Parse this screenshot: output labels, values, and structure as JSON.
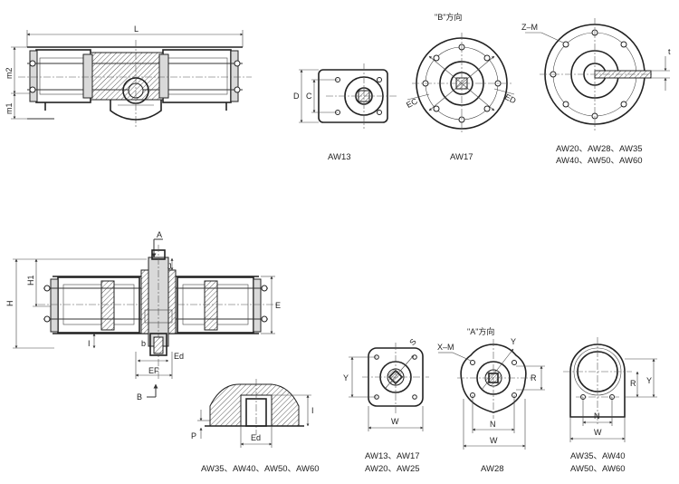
{
  "top_side_view": {
    "dims": {
      "L": "L",
      "m2": "m2",
      "m1": "m1"
    }
  },
  "aw13_flange": {
    "dims": {
      "D": "D",
      "C": "C"
    },
    "caption": "AW13"
  },
  "aw17_flange": {
    "view_label": "\"B\"方向",
    "dims": {
      "EC": "EC",
      "ED": "ED"
    },
    "caption": "AW17"
  },
  "aw20_flange": {
    "dims": {
      "ZM": "Z–M",
      "t": "t"
    },
    "caption_line1": "AW20、AW28、AW35",
    "caption_line2": "AW40、AW50、AW60"
  },
  "bottom_side_view": {
    "dims": {
      "A": "A",
      "J": "J",
      "H": "H",
      "H1": "H1",
      "E": "E",
      "I": "I",
      "b": "b",
      "Ed": "Ed",
      "EF": "EF",
      "B": "B"
    }
  },
  "shaft_section": {
    "dims": {
      "I": "I",
      "P": "P",
      "Ed": "Ed"
    },
    "caption": "AW35、AW40、AW50、AW60"
  },
  "a_flange_small": {
    "dims": {
      "S": "S",
      "Y": "Y",
      "W": "W"
    },
    "caption_line1": "AW13、AW17",
    "caption_line2": "AW20、AW25"
  },
  "a_flange_aw28": {
    "view_label": "\"A\"方向",
    "dims": {
      "XM": "X–M",
      "Y": "Y",
      "R": "R",
      "N": "N",
      "W": "W"
    },
    "caption": "AW28"
  },
  "a_flange_large": {
    "dims": {
      "R": "R",
      "Y": "Y",
      "N": "N",
      "W": "W"
    },
    "caption_line1": "AW35、AW40",
    "caption_line2": "AW50、AW60"
  }
}
